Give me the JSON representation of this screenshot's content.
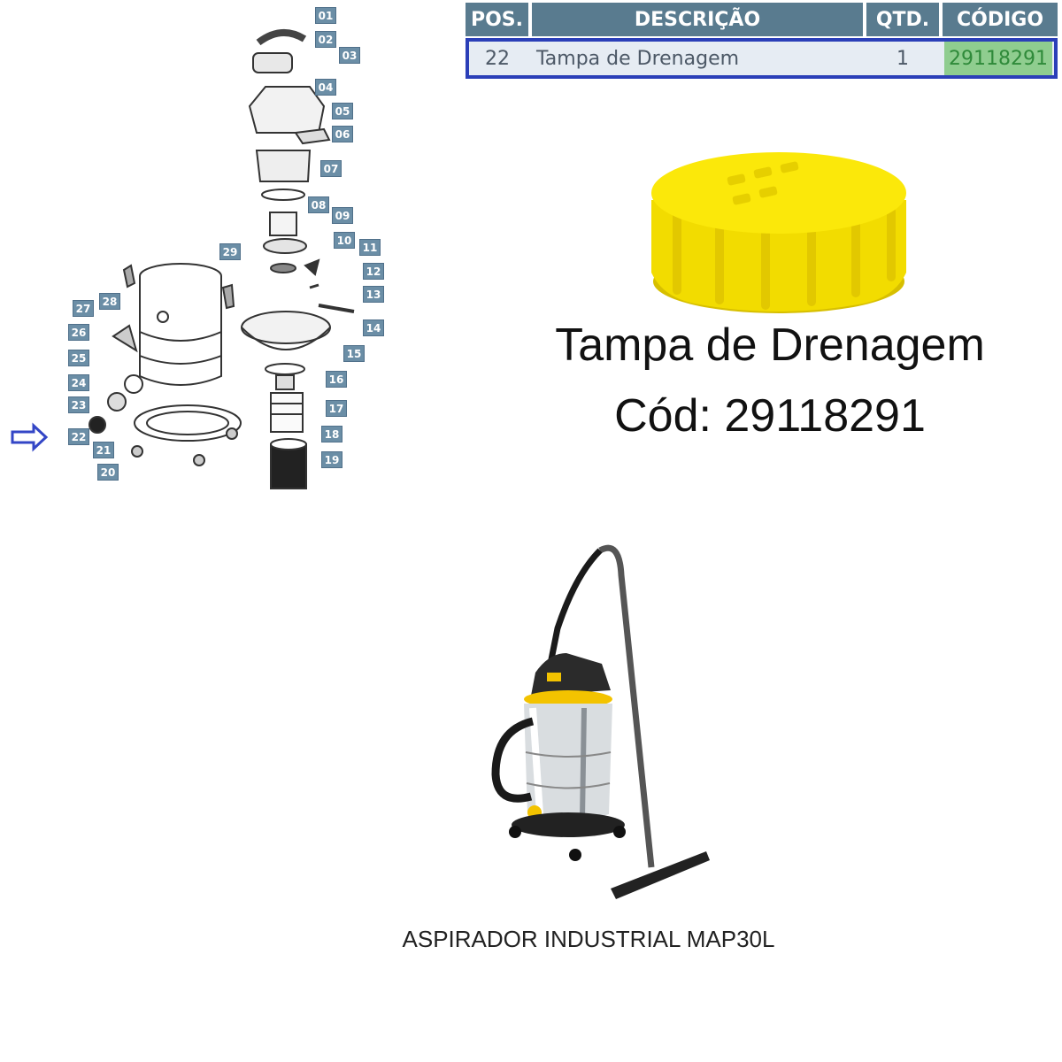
{
  "table": {
    "headers": {
      "pos": "POS.",
      "descricao": "DESCRIÇÃO",
      "qtd": "QTD.",
      "codigo": "CÓDIGO"
    },
    "row": {
      "pos": "22",
      "descricao": "Tampa de Drenagem",
      "qtd": "1",
      "codigo": "29118291"
    }
  },
  "part": {
    "name": "Tampa de Drenagem",
    "code_line": "Cód: 29118291",
    "color": "#f2dc00"
  },
  "diagram": {
    "labels": [
      "01",
      "02",
      "03",
      "04",
      "05",
      "06",
      "07",
      "08",
      "09",
      "10",
      "11",
      "12",
      "13",
      "14",
      "15",
      "16",
      "17",
      "18",
      "19",
      "20",
      "21",
      "22",
      "23",
      "24",
      "25",
      "26",
      "27",
      "28",
      "29"
    ],
    "highlight_label": "22",
    "arrow_color": "#3346c6"
  },
  "product": {
    "caption": "ASPIRADOR INDUSTRIAL MAP30L",
    "accent": "#f3c300"
  }
}
